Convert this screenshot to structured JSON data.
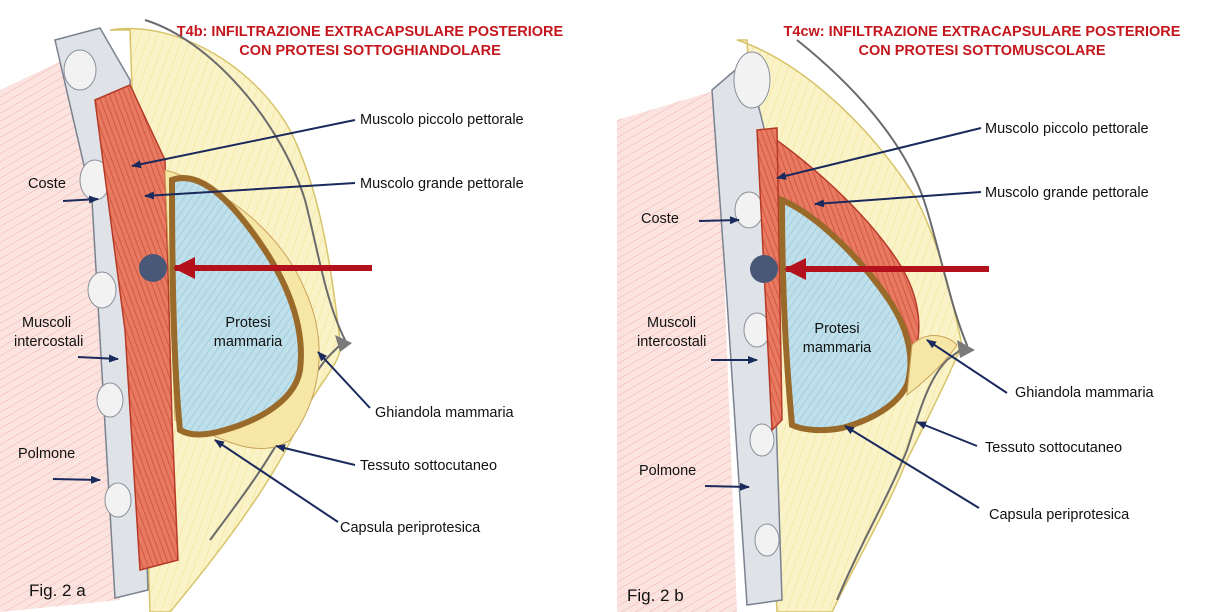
{
  "panel_a": {
    "title_line1": "T4b: INFILTRAZIONE EXTRACAPSULARE POSTERIORE",
    "title_line2": "CON PROTESI SOTTOGHIANDOLARE",
    "labels": {
      "piccolo": "Muscolo piccolo pettorale",
      "grande": "Muscolo grande pettorale",
      "coste": "Coste",
      "intercostali_1": "Muscoli",
      "intercostali_2": "intercostali",
      "protesi_1": "Protesi",
      "protesi_2": "mammaria",
      "ghiandola": "Ghiandola mammaria",
      "tessuto": "Tessuto sottocutaneo",
      "polmone": "Polmone",
      "capsula": "Capsula periprotesica"
    },
    "figure": "Fig. 2 a"
  },
  "panel_b": {
    "title_line1": "T4cw: INFILTRAZIONE EXTRACAPSULARE POSTERIORE",
    "title_line2": "CON PROTESI SOTTOMUSCOLARE",
    "labels": {
      "piccolo": "Muscolo piccolo pettorale",
      "grande": "Muscolo grande pettorale",
      "coste": "Coste",
      "intercostali_1": "Muscoli",
      "intercostali_2": "intercostali",
      "protesi_1": "Protesi",
      "protesi_2": "mammaria",
      "ghiandola": "Ghiandola mammaria",
      "tessuto": "Tessuto sottocutaneo",
      "polmone": "Polmone",
      "capsula": "Capsula periprotesica"
    },
    "figure": "Fig. 2 b"
  },
  "colors": {
    "title": "#c4161c",
    "arrow_red": "#b3121c",
    "pointer_navy": "#1a2a5c",
    "tumor": "#4a5878",
    "muscle": "#d9553f",
    "implant": "#a9d6e6",
    "capsule": "#9a6a2a",
    "fat": "#f3eab0",
    "lung": "#f4c6c0"
  }
}
